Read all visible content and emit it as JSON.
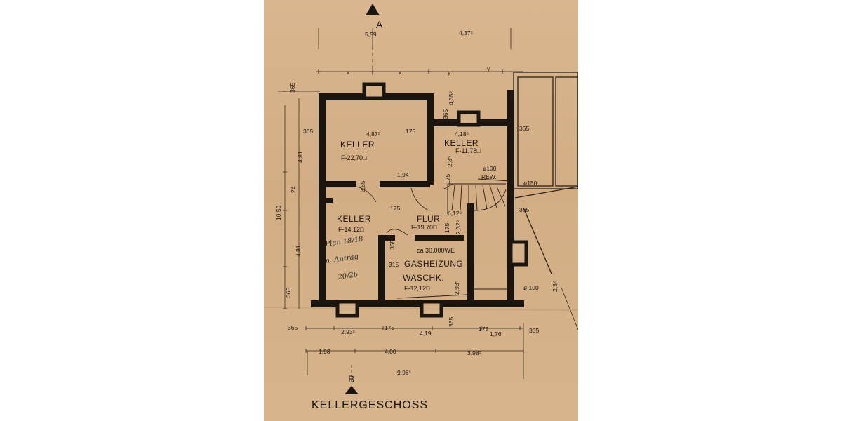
{
  "plan": {
    "title": "KELLERGESCHOSS",
    "section_top": "A",
    "section_bottom": "B",
    "rooms": [
      {
        "id": "keller1",
        "name": "KELLER",
        "area": "F-22,70□"
      },
      {
        "id": "keller2",
        "name": "KELLER",
        "area": "F-11,78□"
      },
      {
        "id": "keller3",
        "name": "KELLER",
        "area": "F-14,12□"
      },
      {
        "id": "flur",
        "name": "FLUR",
        "area": "F-19,70□"
      },
      {
        "id": "gas",
        "name": "GASHEIZUNG",
        "sub": "WASCHK.",
        "area": "F-12,12□",
        "note": "ca 30.000WE"
      }
    ],
    "labels": {
      "pipe1": "ø100",
      "rew": "REW.",
      "pipe2": "ø150",
      "pipe3": "ø 100"
    },
    "handwritten": [
      "Plan 18/18",
      "n. Antrag",
      "20/26"
    ],
    "dims": {
      "top_559": "5,59",
      "top_4375": "4,37⁵",
      "x1": "x",
      "x2": "x",
      "y1": "y",
      "y2": "y",
      "l_365a": "365",
      "l_365b": "365",
      "l_481a": "4,81",
      "l_24": "24",
      "l_1059": "10,59",
      "l_481b": "4,81",
      "l_365c": "365",
      "r_4355": "4,35⁵",
      "r_365a": "365",
      "r_365b": "365",
      "r_365c": "365",
      "r_234": "2,34",
      "k1_w": "4,87⁵",
      "k1_175": "175",
      "k2_w": "4,18⁵",
      "k2_285": "2,8⁵",
      "f_194": "1,94",
      "f_385": "3,85",
      "f_175a": "175",
      "f_175b": "175",
      "f_6125": "6,12⁵",
      "f_175c": "175",
      "f_2325": "2,32⁵",
      "g_365": "365",
      "g_315": "315",
      "g_2935": "2,93⁵",
      "b_365": "365",
      "b_2935": "2,93⁵",
      "b_175a": "175",
      "b_419": "4,19",
      "b_365m": "365",
      "b_175b": "175",
      "b_176": "1,76",
      "b_365r": "365",
      "b_198": "1,98",
      "b_400": "4,00",
      "b_3985": "3,98⁵",
      "b_9965": "9,96⁵"
    }
  }
}
